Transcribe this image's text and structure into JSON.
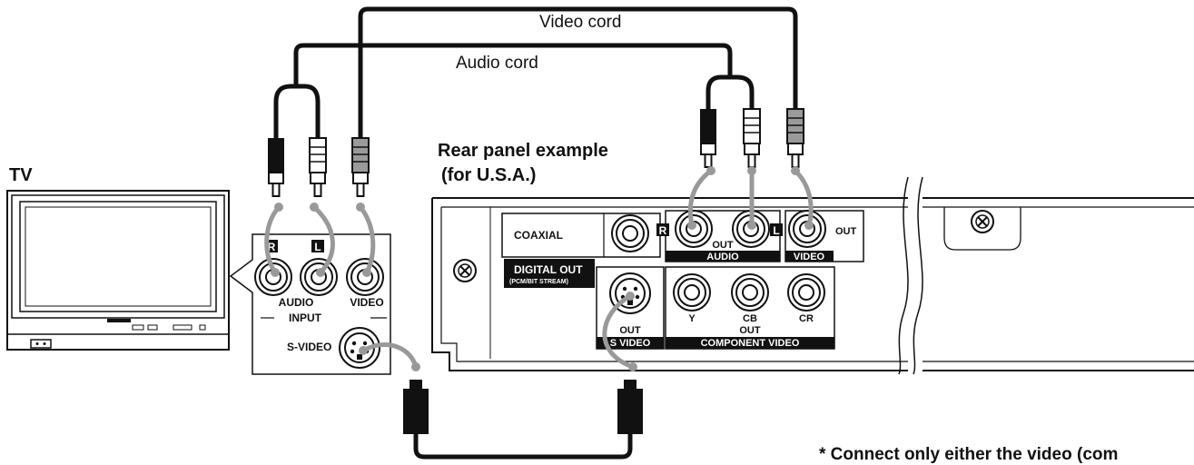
{
  "labels": {
    "video_cord": "Video cord",
    "audio_cord": "Audio cord",
    "tv": "TV",
    "rear_panel_line1": "Rear panel example",
    "rear_panel_line2": "(for U.S.A.)",
    "footnote": "* Connect only either the video (com"
  },
  "tv_panel": {
    "r": "R",
    "l": "L",
    "audio": "AUDIO",
    "video": "VIDEO",
    "input": "INPUT",
    "s_video": "S-VIDEO"
  },
  "player_panel": {
    "coaxial": "COAXIAL",
    "digital_out": "DIGITAL OUT",
    "pcm_bitstream": "(PCM/BIT STREAM)",
    "r": "R",
    "l": "L",
    "audio_out": "OUT",
    "audio": "AUDIO",
    "video_out": "OUT",
    "video": "VIDEO",
    "svideo_out": "OUT",
    "svideo": "S VIDEO",
    "y": "Y",
    "cb": "CB",
    "cr": "CR",
    "component_out": "OUT",
    "component_video": "COMPONENT VIDEO"
  }
}
